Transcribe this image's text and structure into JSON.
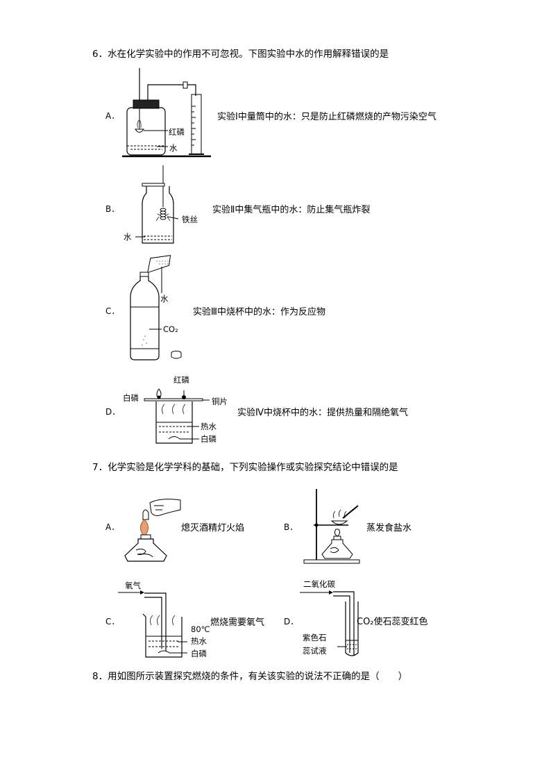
{
  "q6": {
    "stem": "6．水在化学实验中的作用不可忽视。下图实验中水的作用解释错误的是",
    "options": [
      {
        "letter": "A．",
        "desc": "实验Ⅰ中量筒中的水：只是防止红磷燃烧的产物污染空气",
        "labels": [
          "红磷",
          "水"
        ]
      },
      {
        "letter": "B．",
        "desc": "实验Ⅱ中集气瓶中的水：防止集气瓶炸裂",
        "labels": [
          "铁丝",
          "水"
        ]
      },
      {
        "letter": "C．",
        "desc": "实验Ⅲ中烧杯中的水：作为反应物",
        "labels": [
          "水",
          "CO₂"
        ]
      },
      {
        "letter": "D．",
        "desc": "实验Ⅳ中烧杯中的水：提供热量和隔绝氧气",
        "labels": [
          "红磷",
          "白磷",
          "铜片",
          "热水",
          "白磷"
        ]
      }
    ]
  },
  "q7": {
    "stem": "7．化学实验是化学学科的基础，下列实验操作或实验探究结论中错误的是",
    "options": [
      {
        "letter": "A．",
        "desc": "熄灭酒精灯火焰"
      },
      {
        "letter": "B．",
        "desc": "蒸发食盐水"
      },
      {
        "letter": "C．",
        "desc": "燃烧需要氧气",
        "labels": [
          "氧气",
          "80℃",
          "热水",
          "白磷"
        ]
      },
      {
        "letter": "D．",
        "desc": "CO₂使石蕊变红色",
        "labels": [
          "二氧化碳",
          "紫色石",
          "蕊试液"
        ]
      }
    ]
  },
  "q8": {
    "stem": "8．用如图所示装置探究燃烧的条件，有关该实验的说法不正确的是（　　）"
  }
}
